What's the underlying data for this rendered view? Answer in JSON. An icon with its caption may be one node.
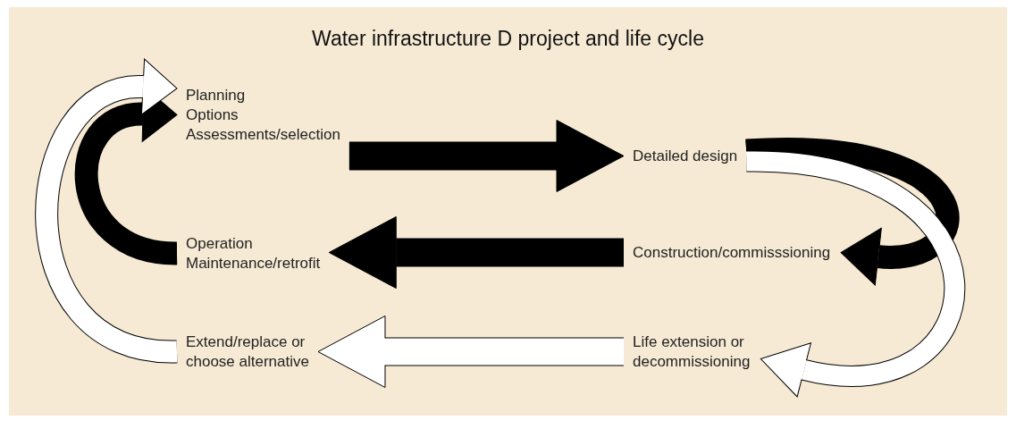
{
  "diagram": {
    "title": "Water infrastructure D project and life cycle",
    "nodes": [
      {
        "text": [
          "Planning",
          "Options",
          "Assessments/selection"
        ]
      },
      {
        "text": [
          "Detailed design"
        ]
      },
      {
        "text": [
          "Construction/commisssioning"
        ]
      },
      {
        "text": [
          "Operation",
          "Maintenance/retrofit"
        ]
      },
      {
        "text": [
          "Extend/replace or choose alternative"
        ]
      },
      {
        "text": [
          "Life extension or decommissioning"
        ]
      }
    ],
    "edges": [
      {
        "from": 0,
        "to": 1,
        "arrow": "to"
      },
      {
        "from": 1,
        "to": 2,
        "arrow": "to"
      },
      {
        "from": 1,
        "to": 5,
        "arrow": "to",
        "color": "#ffffff"
      },
      {
        "from": 2,
        "to": 3,
        "arrow": "to"
      },
      {
        "from": 5,
        "to": 4,
        "arrow": "to",
        "color": "#ffffff"
      },
      {
        "from": 3,
        "to": 0,
        "arrow": "to"
      },
      {
        "from": 4,
        "to": 0,
        "arrow": "to",
        "color": "#ffffff"
      }
    ]
  }
}
